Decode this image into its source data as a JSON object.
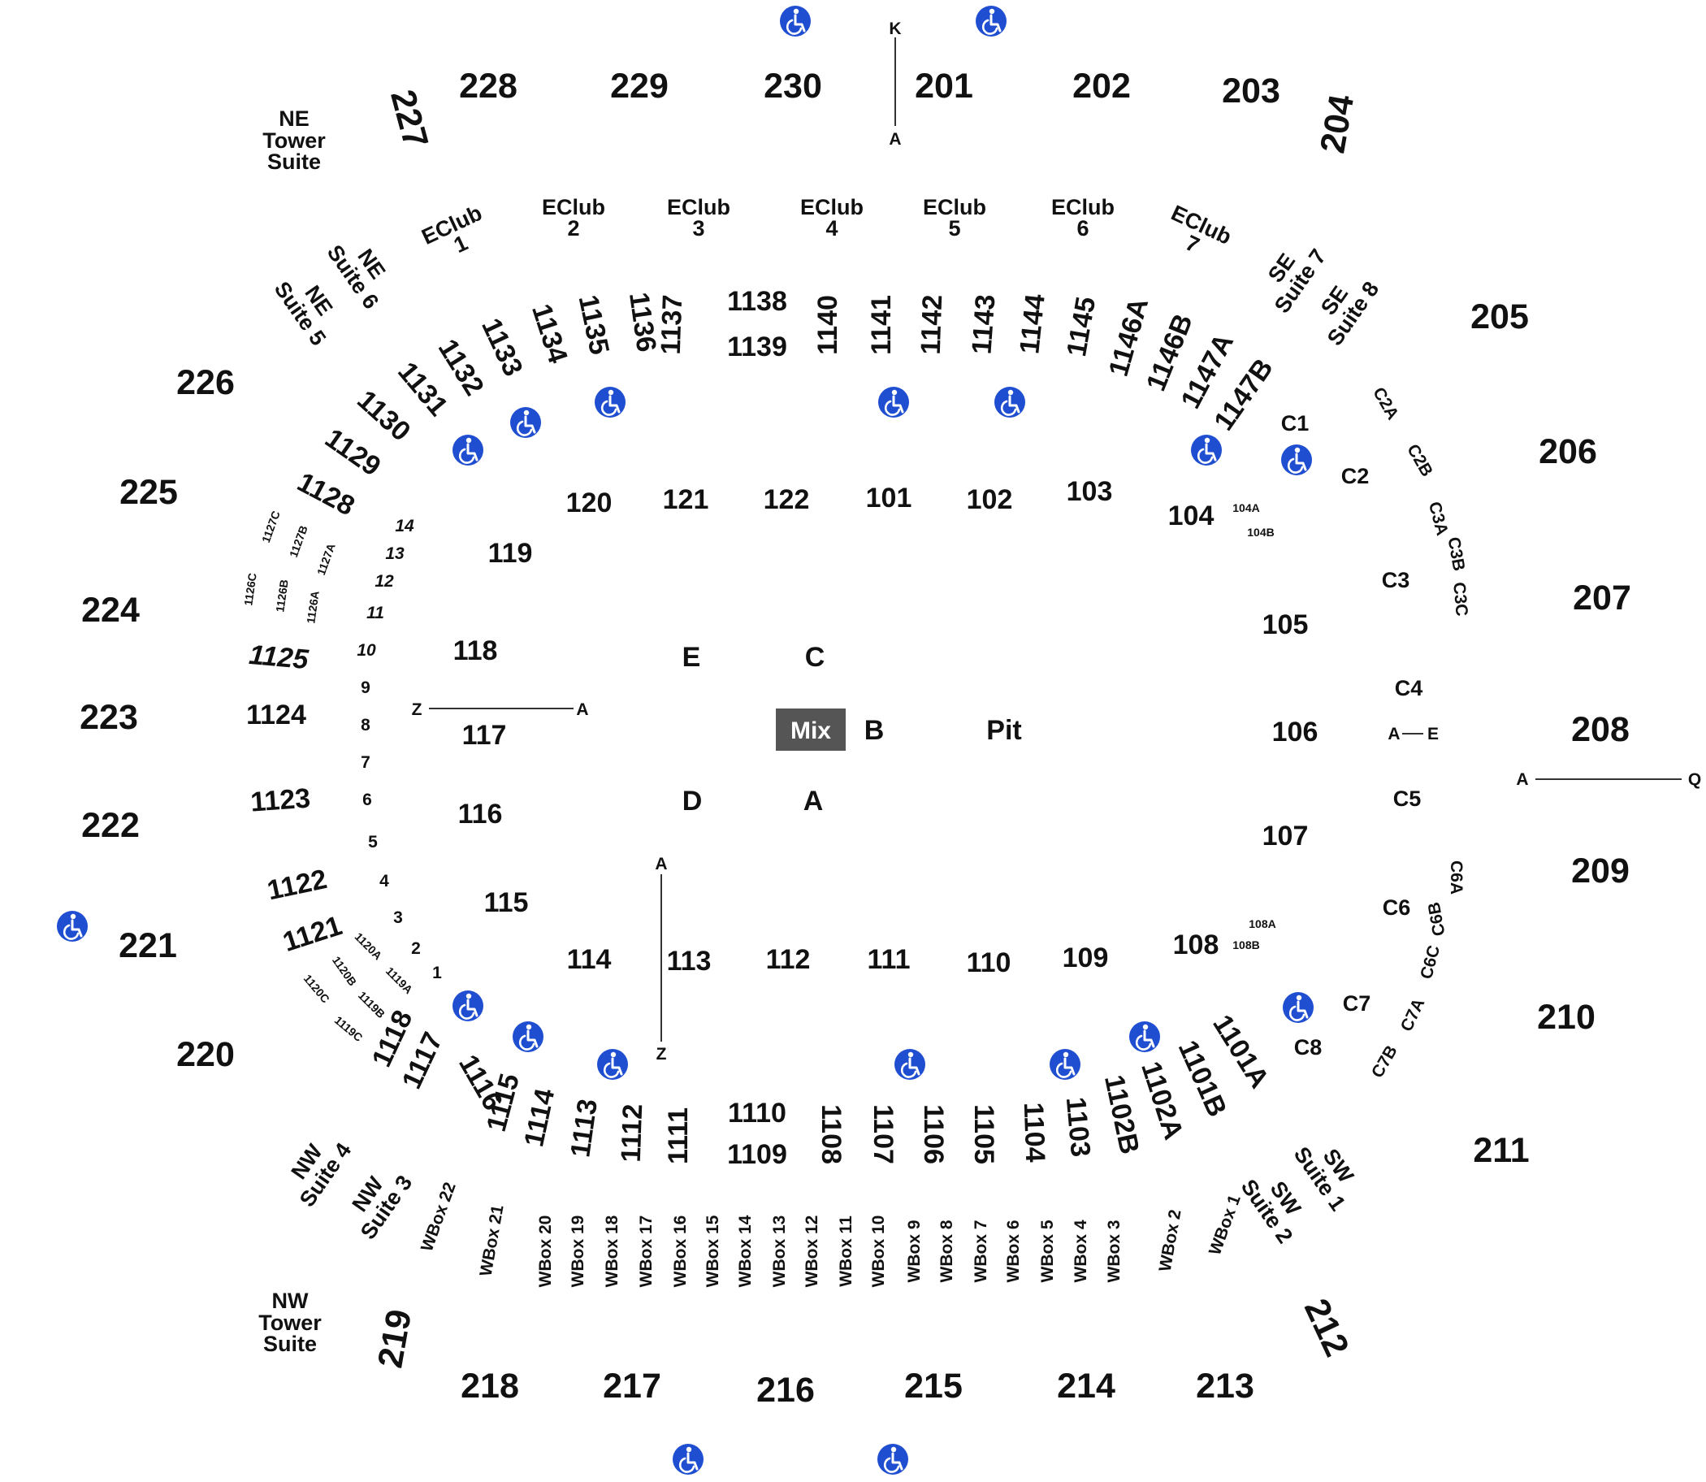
{
  "upper_sections": [
    "228",
    "229",
    "230",
    "201",
    "202",
    "203",
    "204",
    "205",
    "206",
    "207",
    "208",
    "209",
    "210",
    "211",
    "212",
    "213",
    "214",
    "215",
    "216",
    "217",
    "218",
    "219",
    "220",
    "221",
    "222",
    "223",
    "224",
    "225",
    "226",
    "227"
  ],
  "floor_sections": [
    "101",
    "102",
    "103",
    "104",
    "105",
    "106",
    "107",
    "108",
    "109",
    "110",
    "111",
    "112",
    "113",
    "114",
    "115",
    "116",
    "117",
    "118",
    "119",
    "120",
    "121",
    "122"
  ],
  "floor_subsections": [
    "104A",
    "104B",
    "108A",
    "108B"
  ],
  "stage_labels": [
    "E",
    "C",
    "B",
    "Pit",
    "D",
    "A"
  ],
  "mix_label": "Mix",
  "club_sections": {
    "top": [
      "1138",
      "1139",
      "1137",
      "1136",
      "1135",
      "1134",
      "1133",
      "1132",
      "1131",
      "1130",
      "1129",
      "1128",
      "1140",
      "1141",
      "1142",
      "1143",
      "1144",
      "1145",
      "1146A",
      "1146B",
      "1147A",
      "1147B"
    ],
    "left_small": [
      "1127C",
      "1127B",
      "1127A",
      "1126C",
      "1126B",
      "1126A"
    ],
    "left": [
      "1125",
      "1124",
      "1123",
      "1122",
      "1121"
    ],
    "left_rows": [
      "14",
      "13",
      "12",
      "11",
      "10",
      "9",
      "8",
      "7",
      "6",
      "5",
      "4",
      "3",
      "2",
      "1"
    ],
    "bottom_small": [
      "1120A",
      "1119A",
      "1120B",
      "1119B",
      "1120C",
      "1119C"
    ],
    "bottom": [
      "1118",
      "1117",
      "1116",
      "1115",
      "1114",
      "1113",
      "1112",
      "1111",
      "1110",
      "1109",
      "1108",
      "1107",
      "1106",
      "1105",
      "1104",
      "1103",
      "1102B",
      "1102A",
      "1101B",
      "1101A"
    ]
  },
  "eclubs": [
    "EClub 1",
    "EClub 2",
    "EClub 3",
    "EClub 4",
    "EClub 5",
    "EClub 6",
    "EClub 7"
  ],
  "suites": {
    "ne_tower": "NE Tower Suite",
    "nw_tower": "NW Tower Suite",
    "ne5": "NE Suite 5",
    "ne6": "NE Suite 6",
    "se7": "SE Suite 7",
    "se8": "SE Suite 8",
    "sw1": "SW Suite 1",
    "sw2": "SW Suite 2",
    "nw3": "NW Suite 3",
    "nw4": "NW Suite 4"
  },
  "c_sections": [
    "C1",
    "C2",
    "C2A",
    "C2B",
    "C3",
    "C3A",
    "C3B",
    "C3C",
    "C4",
    "C5",
    "C6",
    "C6A",
    "C6B",
    "C6C",
    "C7",
    "C7A",
    "C7B",
    "C8"
  ],
  "wboxes": [
    "WBox 1",
    "WBox 2",
    "WBox 3",
    "WBox 4",
    "WBox 5",
    "WBox 6",
    "WBox 7",
    "WBox 8",
    "WBox 9",
    "WBox 10",
    "WBox 11",
    "WBox 12",
    "WBox 13",
    "WBox 14",
    "WBox 15",
    "WBox 16",
    "WBox 17",
    "WBox 18",
    "WBox 19",
    "WBox 20",
    "WBox 21",
    "WBox 22"
  ],
  "row_markers": {
    "top_start": "K",
    "top_end": "A",
    "floor_left_start": "Z",
    "floor_left_end": "A",
    "floor_mid_start": "A",
    "floor_mid_end": "Z",
    "c4_start": "A",
    "c4_end": "E",
    "right_start": "A",
    "right_end": "Q"
  },
  "colors": {
    "accessible_blue": "#1f4fd0",
    "mix_fill": "#555555",
    "text": "#111111",
    "background": "#ffffff"
  },
  "icons": {
    "accessible": "wheelchair-icon"
  }
}
